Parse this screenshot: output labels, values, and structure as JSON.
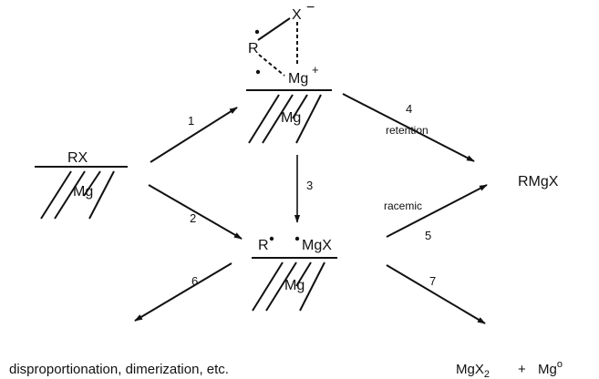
{
  "species": {
    "start_label": "RX",
    "surface_metal": "Mg",
    "complex_R": "R",
    "complex_X": "X",
    "complex_X_charge": "−",
    "complex_Mg": "Mg",
    "complex_Mg_charge": "+",
    "radical_R": "R",
    "radical_MgX": "MgX",
    "grignard": "RMgX",
    "disproportionation": "disproportionation, dimerization, etc.",
    "mgx2_main": "MgX",
    "mgx2_sub": "2",
    "mgx2_plus": "+",
    "mg0_main": "Mg",
    "mg0_sup": "o"
  },
  "steps": {
    "s1": "1",
    "s2": "2",
    "s3": "3",
    "s4": "4",
    "s5": "5",
    "s6": "6",
    "s7": "7"
  },
  "annotations": {
    "retention": "retention",
    "racemic": "racemic"
  }
}
